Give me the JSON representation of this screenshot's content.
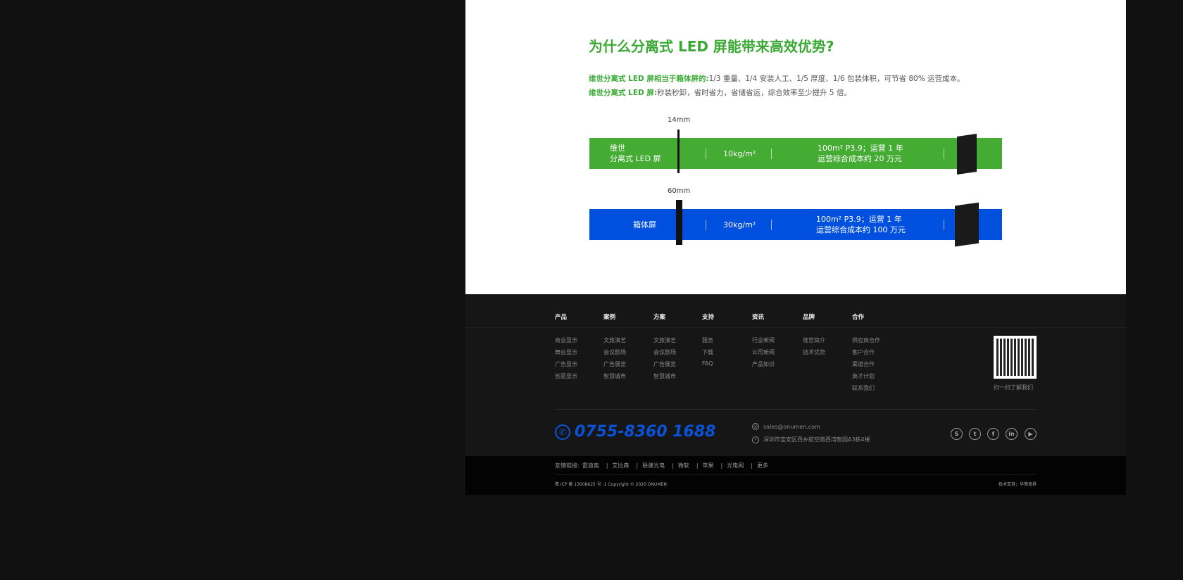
{
  "section": {
    "title": "为什么分离式 LED 屏能带来高效优势?",
    "line1_label": "维世分离式 LED 屏相当于箱体屏的:",
    "line1_text": "1/3 重量、1/4 安装人工、1/5 厚度、1/6 包装体积，可节省 80% 运营成本。",
    "line2_label": "维世分离式 LED 屏:",
    "line2_text": "秒装秒卸，省时省力，省储省运，综合效率至少提升 5 倍。",
    "rows": [
      {
        "thickness": "14mm",
        "name_line1": "维世",
        "name_line2": "分离式 LED 屏",
        "weight": "10kg/m²",
        "cost_line1": "100m² P3.9；运营 1 年",
        "cost_line2": "运营综合成本约 20 万元",
        "color": "#44ac33"
      },
      {
        "thickness": "60mm",
        "name_line1": "",
        "name_line2": "箱体屏",
        "weight": "30kg/m²",
        "cost_line1": "100m² P3.9；运营 1 年",
        "cost_line2": "运营综合成本约 100 万元",
        "color": "#0050e0"
      }
    ]
  },
  "footer": {
    "columns": [
      {
        "title": "产品",
        "items": [
          "商业显示",
          "舞台显示",
          "广告显示",
          "创意显示"
        ]
      },
      {
        "title": "案例",
        "items": [
          "文旅演艺",
          "会议剧场",
          "广告展览",
          "智慧城市"
        ]
      },
      {
        "title": "方案",
        "items": [
          "文旅演艺",
          "会议剧场",
          "广告展览",
          "智慧城市"
        ]
      },
      {
        "title": "支持",
        "items": [
          "服务",
          "下载",
          "FAQ"
        ]
      },
      {
        "title": "资讯",
        "items": [
          "行业新闻",
          "公司新闻",
          "产品知识"
        ]
      },
      {
        "title": "品牌",
        "items": [
          "维世简介",
          "技术优势"
        ]
      },
      {
        "title": "合作",
        "items": [
          "供应商合作",
          "客户合作",
          "渠道合作",
          "英才计划",
          "联系我们"
        ]
      }
    ],
    "qr_caption": "扫一扫了解我们",
    "phone": "0755-8360 1688",
    "email": "sales@onumen.com",
    "address": "深圳市宝安区西乡航空路西湾智园A3栋4楼",
    "social": [
      "skype-icon",
      "twitter-icon",
      "facebook-icon",
      "linkedin-icon",
      "youtube-icon"
    ],
    "friend_links_label": "友情链接:",
    "friend_links": [
      "雷迪奥",
      "艾比森",
      "联建光电",
      "微软",
      "苹果",
      "光电网",
      "更多"
    ],
    "copyright": "粤 ICP 备 13008625 号 -1 Copyright © 2020  ONUMEN",
    "tech_support": "技术支持：华莺竞界"
  },
  "colors": {
    "accent_green": "#3aaa35",
    "accent_blue": "#0050e0",
    "phone_blue": "#0a52d8"
  }
}
